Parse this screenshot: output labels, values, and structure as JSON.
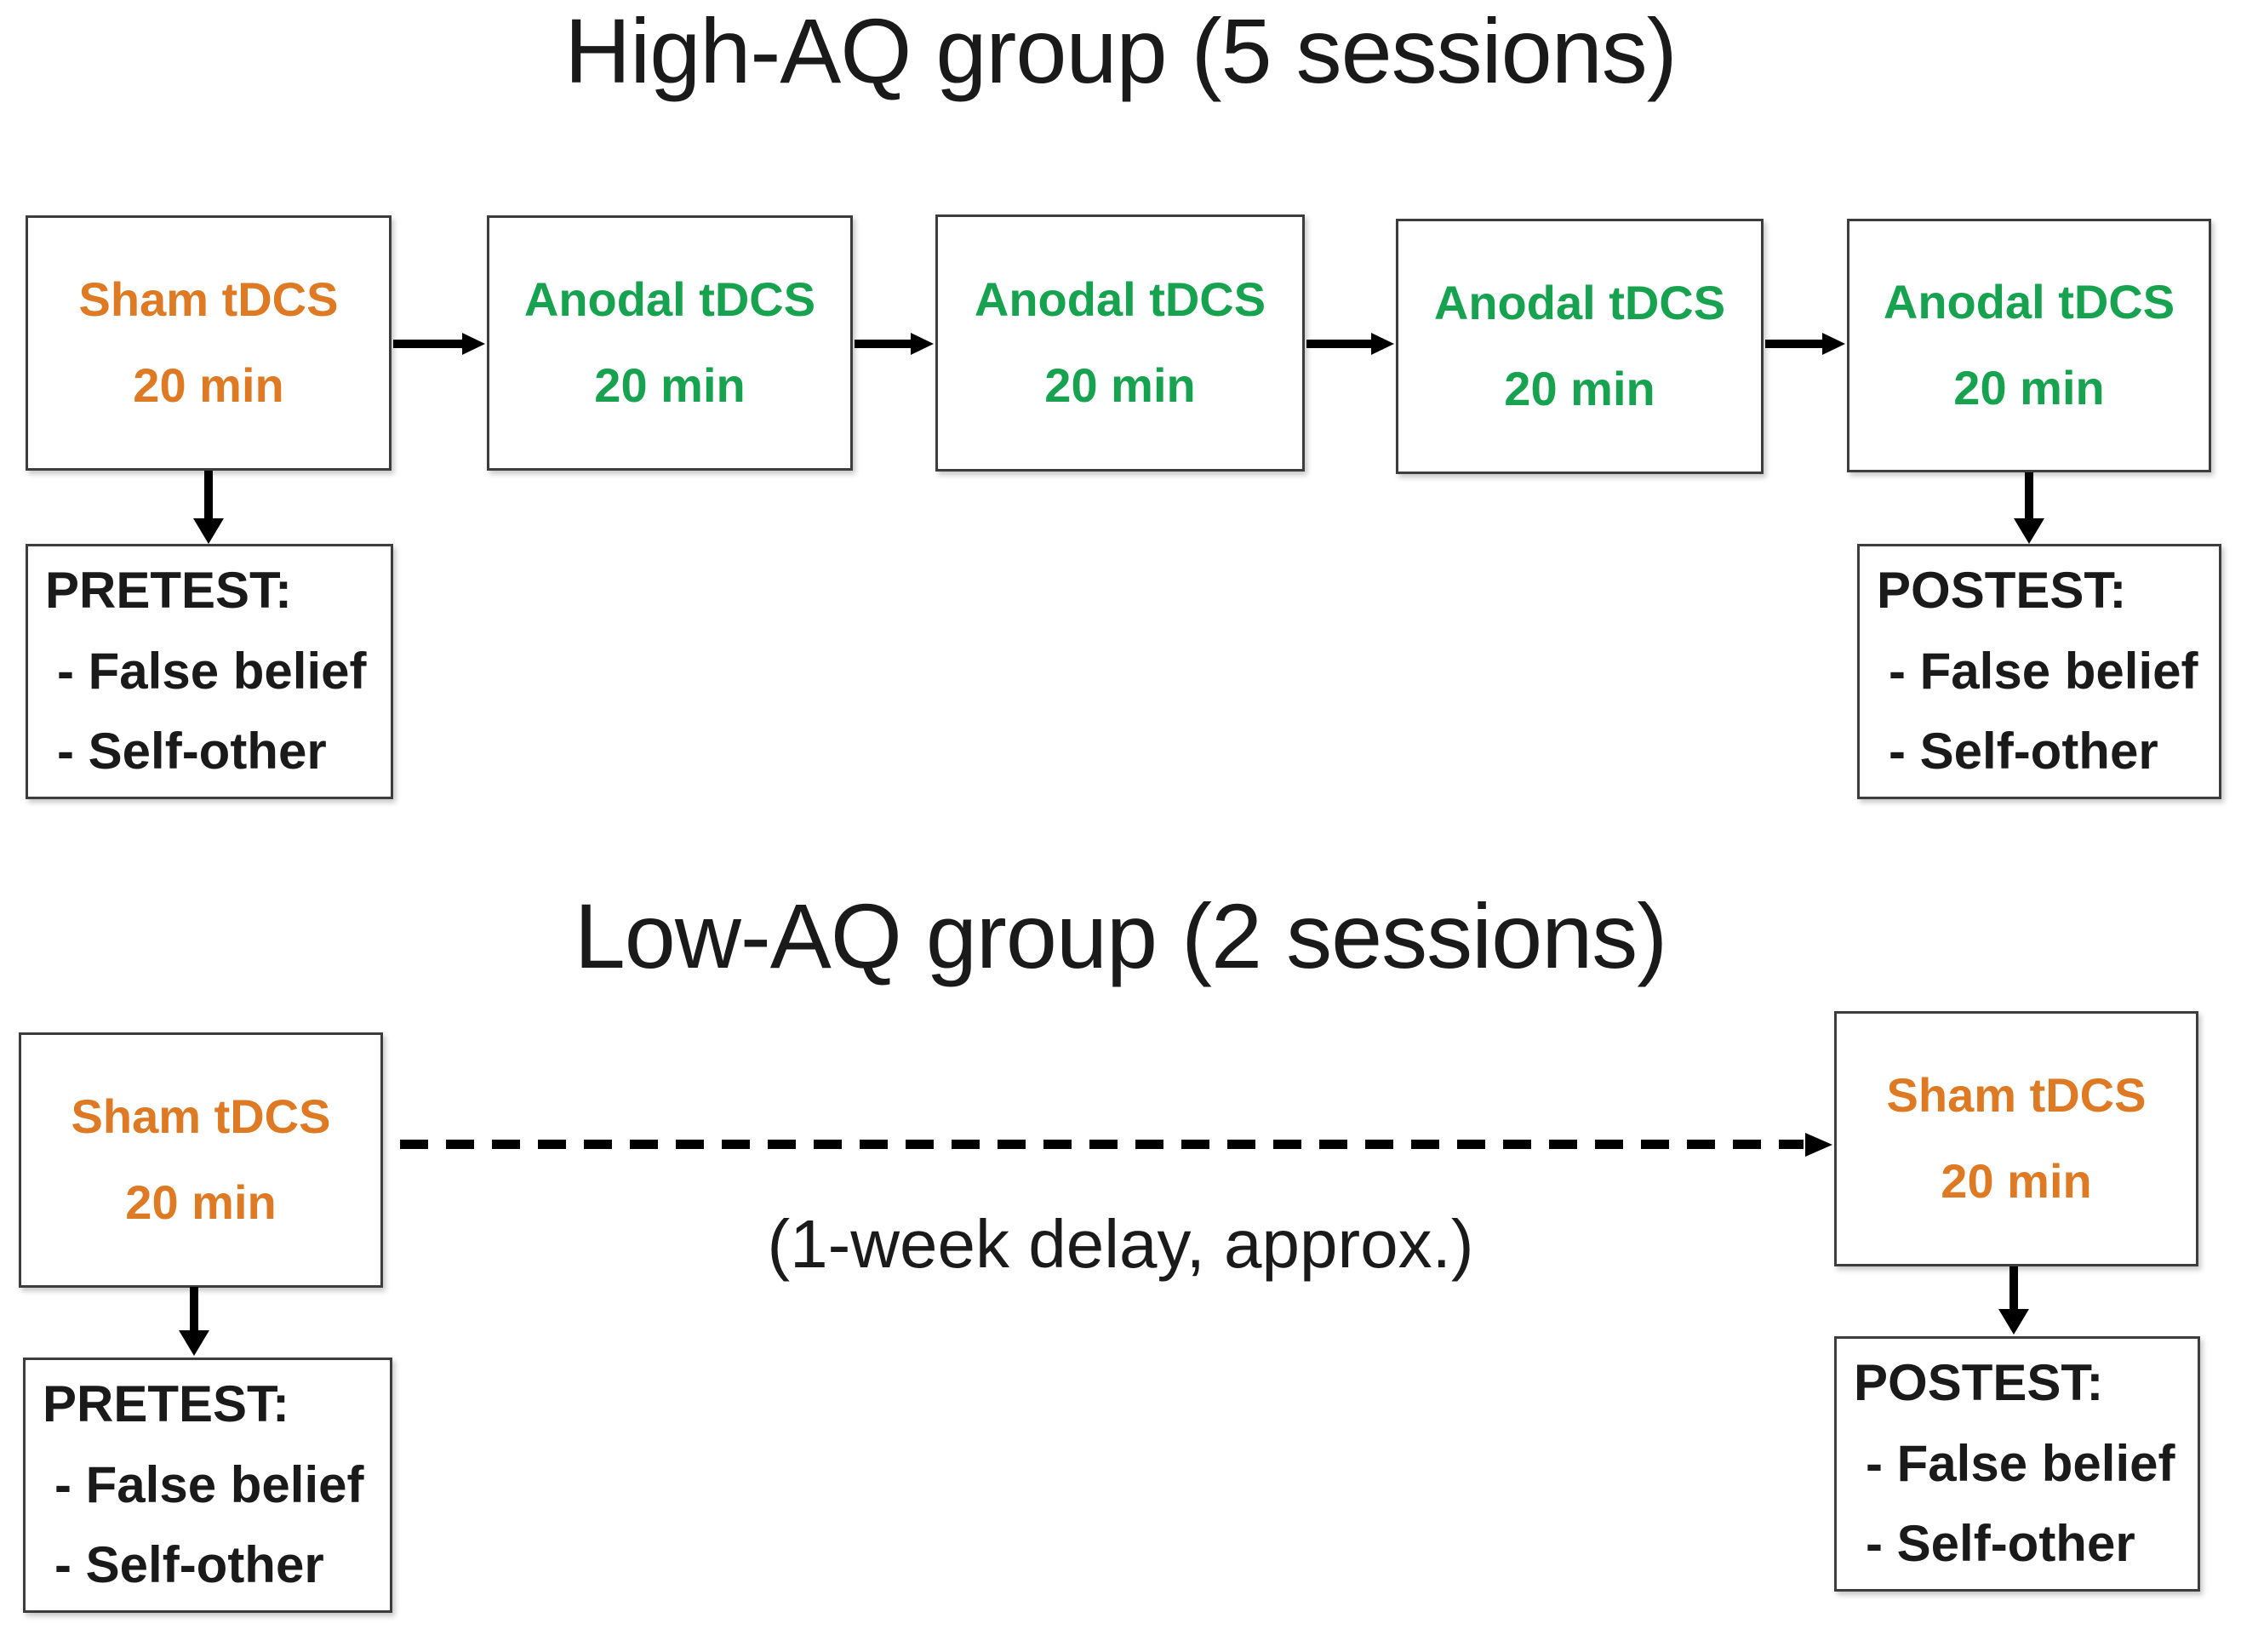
{
  "colors": {
    "sham_text": "#dd7a23",
    "anodal_text": "#17a24f",
    "test_text": "#1a1a1a",
    "title_text": "#1a1a1a",
    "arrow": "#000000",
    "box_border": "#3d3d3d",
    "background": "#ffffff"
  },
  "icons": {
    "flow": "arrow-right-icon",
    "down": "arrow-down-icon",
    "delay": "dashed-arrow-right-icon"
  },
  "high_group": {
    "title": "High-AQ group (5 sessions)",
    "sessions": [
      {
        "label": "Sham tDCS",
        "duration": "20 min",
        "type": "sham"
      },
      {
        "label": "Anodal tDCS",
        "duration": "20 min",
        "type": "anodal"
      },
      {
        "label": "Anodal tDCS",
        "duration": "20 min",
        "type": "anodal"
      },
      {
        "label": "Anodal tDCS",
        "duration": "20 min",
        "type": "anodal"
      },
      {
        "label": "Anodal tDCS",
        "duration": "20 min",
        "type": "anodal"
      }
    ],
    "pretest": {
      "heading": "PRETEST:",
      "items": [
        "- False belief",
        "- Self-other"
      ]
    },
    "postest": {
      "heading": "POSTEST:",
      "items": [
        "- False belief",
        "- Self-other"
      ]
    }
  },
  "low_group": {
    "title": "Low-AQ group (2 sessions)",
    "delay_note": "(1-week delay, approx.)",
    "sessions": [
      {
        "label": "Sham tDCS",
        "duration": "20 min",
        "type": "sham"
      },
      {
        "label": "Sham tDCS",
        "duration": "20 min",
        "type": "sham"
      }
    ],
    "pretest": {
      "heading": "PRETEST:",
      "items": [
        "- False belief",
        "- Self-other"
      ]
    },
    "postest": {
      "heading": "POSTEST:",
      "items": [
        "- False belief",
        "- Self-other"
      ]
    }
  }
}
